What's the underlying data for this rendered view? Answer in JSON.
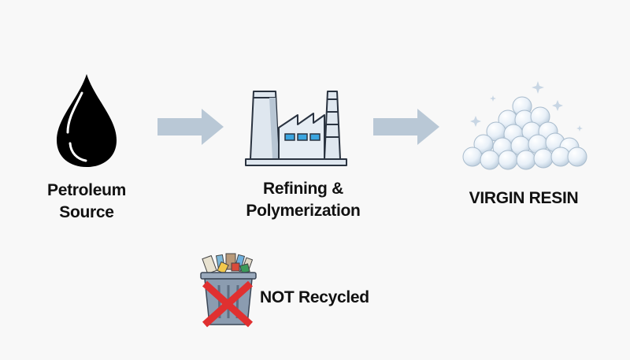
{
  "diagram": {
    "steps": [
      {
        "id": "source",
        "icon": "oil-drop-icon",
        "label_line1": "Petroleum",
        "label_line2": "Source"
      },
      {
        "id": "process",
        "icon": "factory-icon",
        "label_line1": "Refining &",
        "label_line2": "Polymerization"
      },
      {
        "id": "output",
        "icon": "resin-pellets-icon",
        "label_line1": "VIRGIN RESIN"
      }
    ],
    "arrows": [
      {
        "from": "source",
        "to": "process"
      },
      {
        "from": "process",
        "to": "output"
      }
    ],
    "end_of_life": {
      "icon": "trash-bin-crossed-icon",
      "label": "NOT Recycled"
    },
    "colors": {
      "arrow": "#b9c8d6",
      "drop": "#000000",
      "factory_fill": "#dfe7ef",
      "factory_window": "#3aa5e0",
      "cross": "#e03030",
      "bin": "#8b9cb0"
    }
  }
}
